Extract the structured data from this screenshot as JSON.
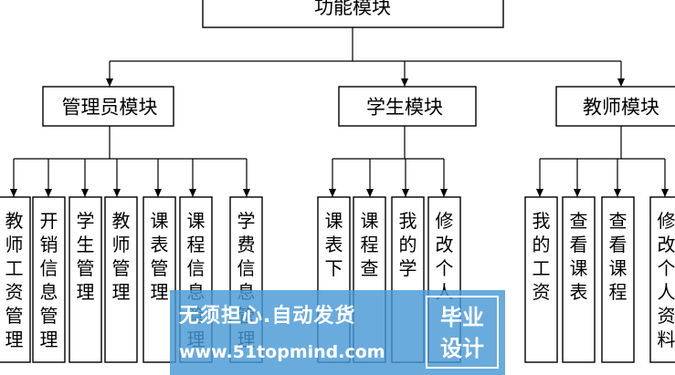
{
  "root": "功能模块",
  "modules": [
    {
      "label": "管理员模块",
      "children": [
        "教师工资管理",
        "开销信息管理",
        "学生管理",
        "教师管理",
        "课表管理",
        "课程信息管理",
        "学费信息管理"
      ]
    },
    {
      "label": "学生模块",
      "children": [
        "课表下",
        "课程查",
        "我的学",
        "修改个人"
      ]
    },
    {
      "label": "教师模块",
      "children": [
        "我的工资",
        "查看课表",
        "查看课程",
        "修改个人资料"
      ]
    }
  ],
  "watermark": {
    "line1": "无须担心.自动发货",
    "line2": "www.51topmind.com",
    "badge_top": "毕业",
    "badge_bottom": "设计"
  }
}
